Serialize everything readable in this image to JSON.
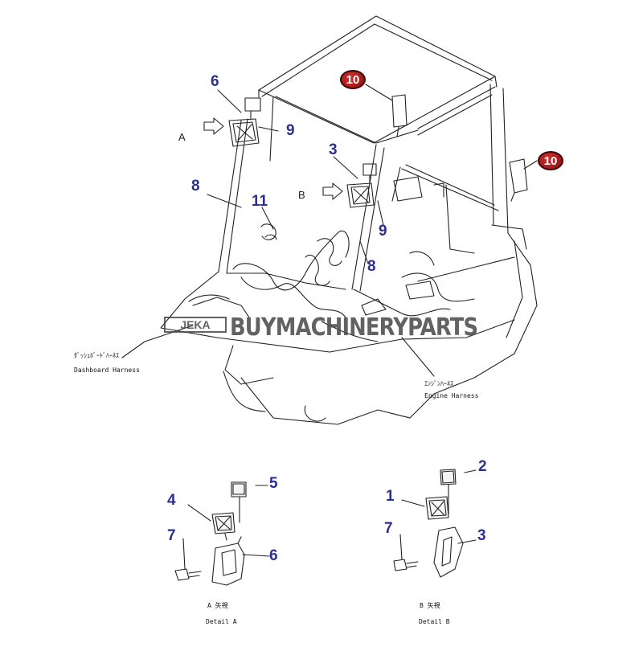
{
  "callouts": {
    "n6_top": "6",
    "n9_left": "9",
    "n3_top": "3",
    "n8_left": "8",
    "n11": "11",
    "n9_right": "9",
    "n8_right": "8",
    "n10_a": "10",
    "n10_b": "10",
    "da_5": "5",
    "da_4": "4",
    "da_7": "7",
    "da_6": "6",
    "db_2": "2",
    "db_1": "1",
    "db_7": "7",
    "db_3": "3"
  },
  "views": {
    "view_a": "A",
    "view_b": "B"
  },
  "labels": {
    "dashboard_harness_jp": "ﾀﾞｯｼｭﾎﾞｰﾄﾞﾊｰﾈｽ",
    "dashboard_harness_en": "Dashboard Harness",
    "engine_harness_jp": "ｴﾝｼﾞﾝﾊｰﾈｽ",
    "engine_harness_en": "Engine Harness",
    "detail_a_jp": "A 矢視",
    "detail_a_en": "Detail  A",
    "detail_b_jp": "B 矢視",
    "detail_b_en": "Detail  B"
  },
  "watermark": {
    "logo": "JEKA",
    "text": "BUYMACHINERYPARTS"
  },
  "colors": {
    "callout": "#2b2f8f",
    "badge": "#b01e1e",
    "line": "#222222"
  }
}
